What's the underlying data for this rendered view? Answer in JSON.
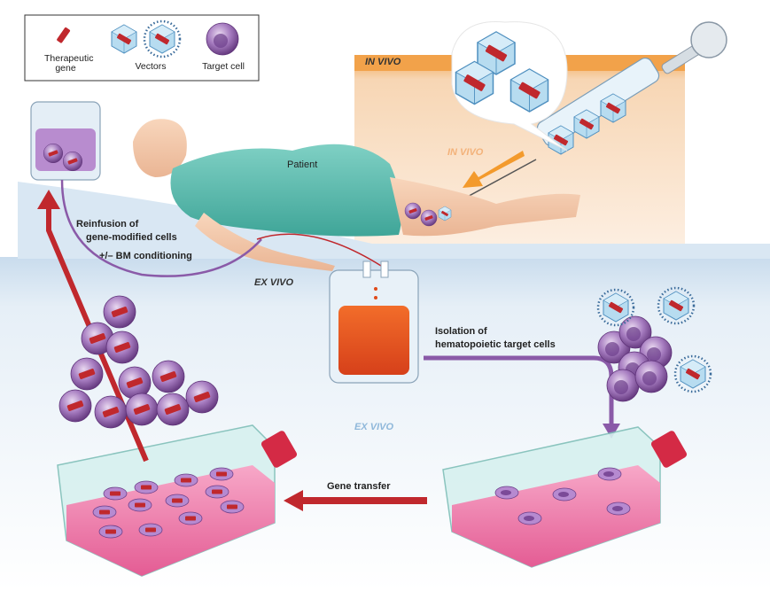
{
  "legend": {
    "gene_label": "Therapeutic gene",
    "vectors_label": "Vectors",
    "target_cell_label": "Target cell"
  },
  "labels": {
    "in_vivo_banner": "IN VIVO",
    "in_vivo_arrow": "IN VIVO",
    "patient": "Patient",
    "reinfusion_line1": "Reinfusion of",
    "reinfusion_line2": "gene-modified cells",
    "reinfusion_line3": "+/– BM conditioning",
    "ex_vivo_top": "EX VIVO",
    "ex_vivo_mid": "EX VIVO",
    "isolation_line1": "Isolation of",
    "isolation_line2": "hematopoietic target cells",
    "gene_transfer": "Gene transfer"
  },
  "colors": {
    "gene": "#c0282d",
    "vector": "#a8d4ec",
    "target_cell": "#8a5aa8",
    "in_vivo_orange": "#f0a040",
    "ex_vivo_blue": "#dbe9f4",
    "culture_pink": "#e86aa0",
    "blood_red": "#e04a1a"
  }
}
